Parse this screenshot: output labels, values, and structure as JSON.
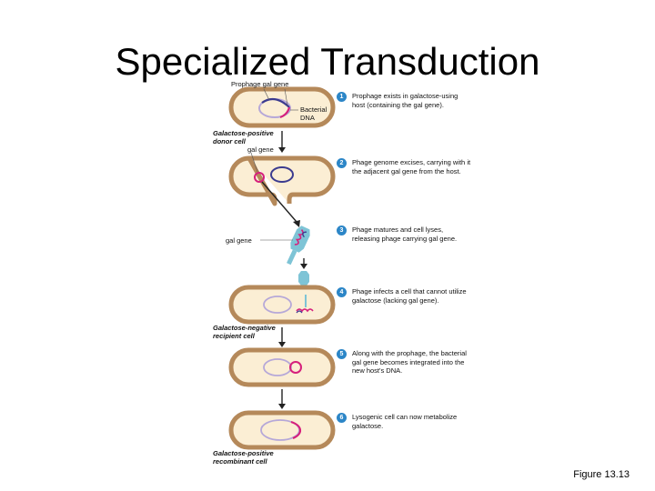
{
  "slide": {
    "title": "Specialized Transduction",
    "figure_number": "Figure 13.13"
  },
  "labels": {
    "prophage_gal_gene": "Prophage gal gene",
    "bacterial_dna_1": "Bacterial",
    "bacterial_dna_2": "DNA",
    "donor_cell_1": "Galactose-positive",
    "donor_cell_2": "donor cell",
    "gal_gene_1": "gal gene",
    "gal_gene_2": "gal gene",
    "recipient_cell_1": "Galactose-negative",
    "recipient_cell_2": "recipient cell",
    "recombinant_cell_1": "Galactose-positive",
    "recombinant_cell_2": "recombinant cell"
  },
  "steps": [
    {
      "number": "1",
      "text": "Prophage exists in galactose-using host (containing the gal gene)."
    },
    {
      "number": "2",
      "text": "Phage genome excises, carrying with it the adjacent gal gene from the host."
    },
    {
      "number": "3",
      "text": "Phage matures and cell lyses, releasing phage carrying gal gene."
    },
    {
      "number": "4",
      "text": "Phage infects a cell that cannot utilize galactose (lacking gal gene)."
    },
    {
      "number": "5",
      "text": "Along with the prophage, the bacterial gal gene becomes integrated into the new host's DNA."
    },
    {
      "number": "6",
      "text": "Lysogenic cell can now metabolize galactose."
    }
  ],
  "colors": {
    "cell_wall": "#b5895a",
    "cytoplasm": "#fbeed4",
    "bacterial_dna": "#b6a8d8",
    "prophage": "#3b3b8f",
    "gal_gene": "#d6207c",
    "phage": "#7ec4d6",
    "step_badge": "#2c86c7"
  }
}
